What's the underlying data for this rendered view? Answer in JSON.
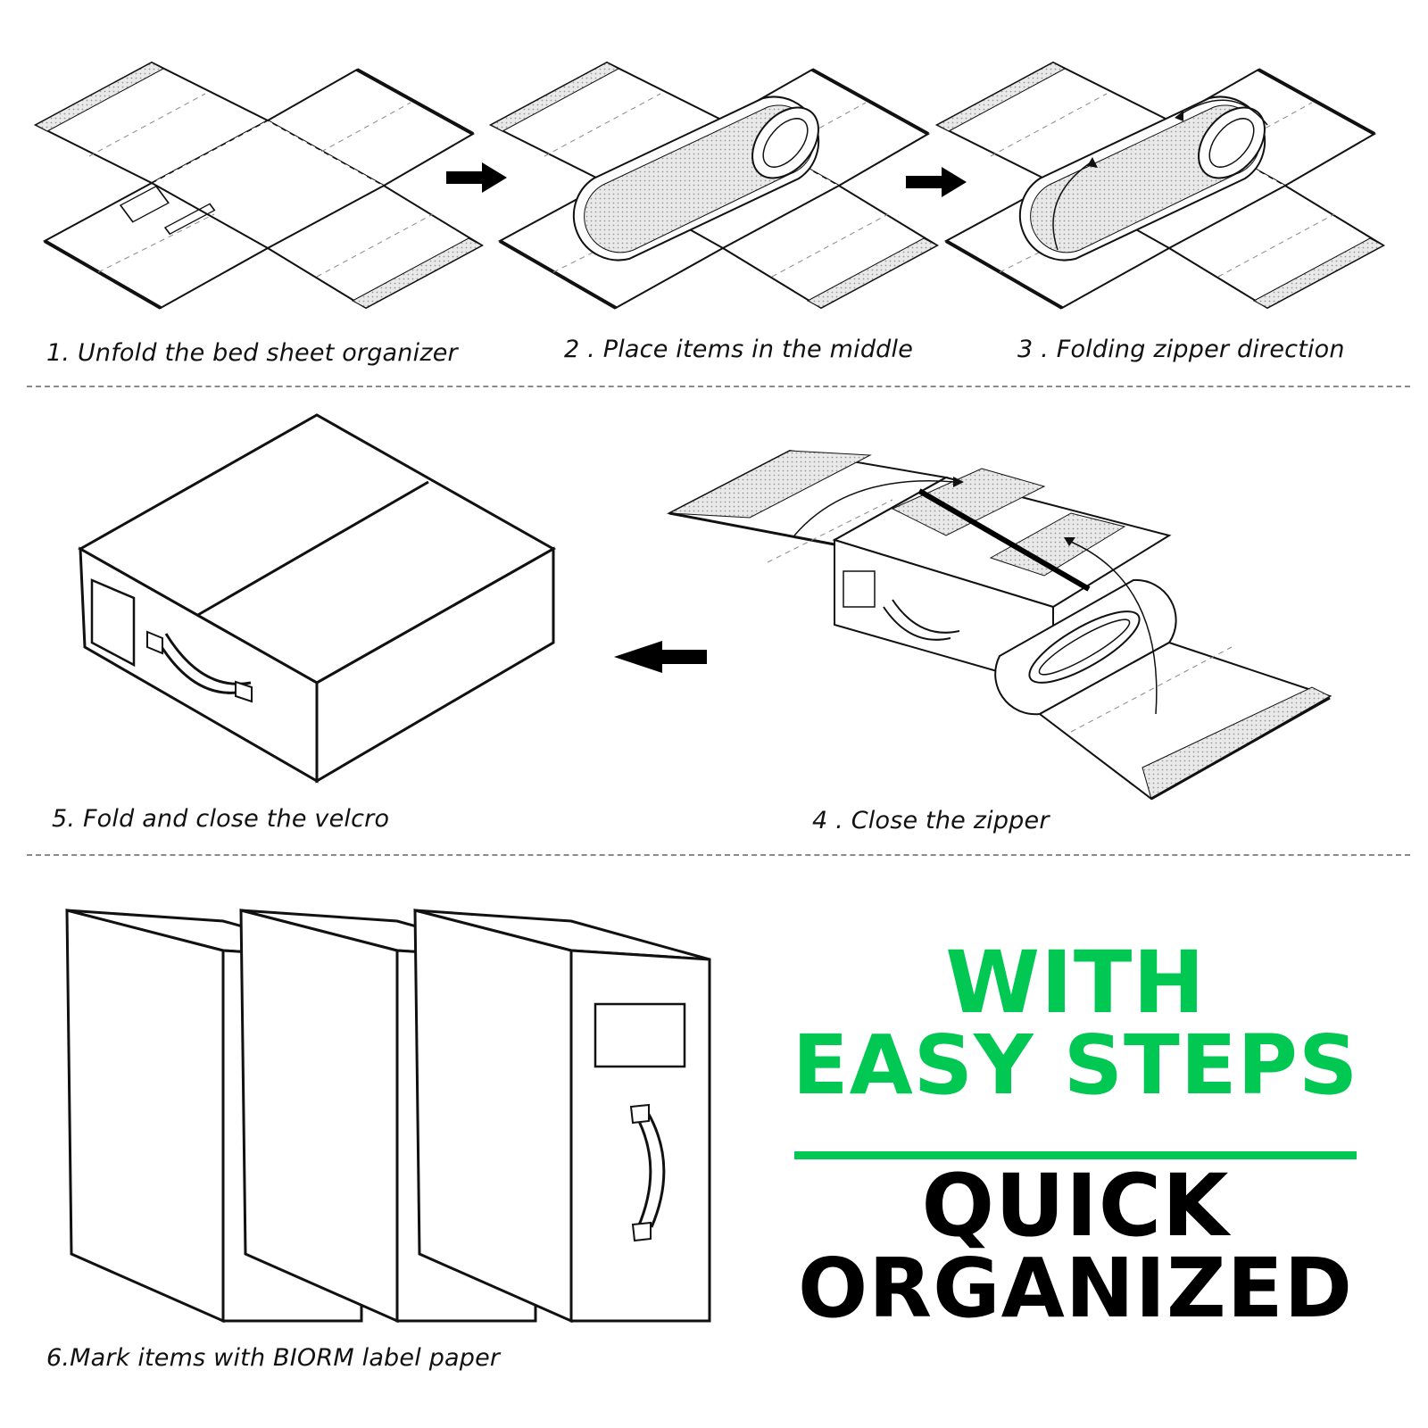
{
  "steps": {
    "step1": "1. Unfold the bed sheet organizer",
    "step2": "2 . Place items in the middle",
    "step3": "3 . Folding zipper direction",
    "step4": "4 . Close the zipper",
    "step5": "5. Fold and close the velcro",
    "step6": "6.Mark items with BIORM label paper"
  },
  "headline": {
    "line1": "WITH",
    "line2": "EASY STEPS",
    "line3": "QUICK",
    "line4": "ORGANIZED"
  },
  "colors": {
    "accent_green": "#00c853",
    "text_black": "#000000",
    "line": "#111111",
    "velcro_fill": "#d9d9d9"
  },
  "icons": [
    "arrow-right-icon",
    "arrow-right-icon",
    "arrow-left-icon"
  ]
}
